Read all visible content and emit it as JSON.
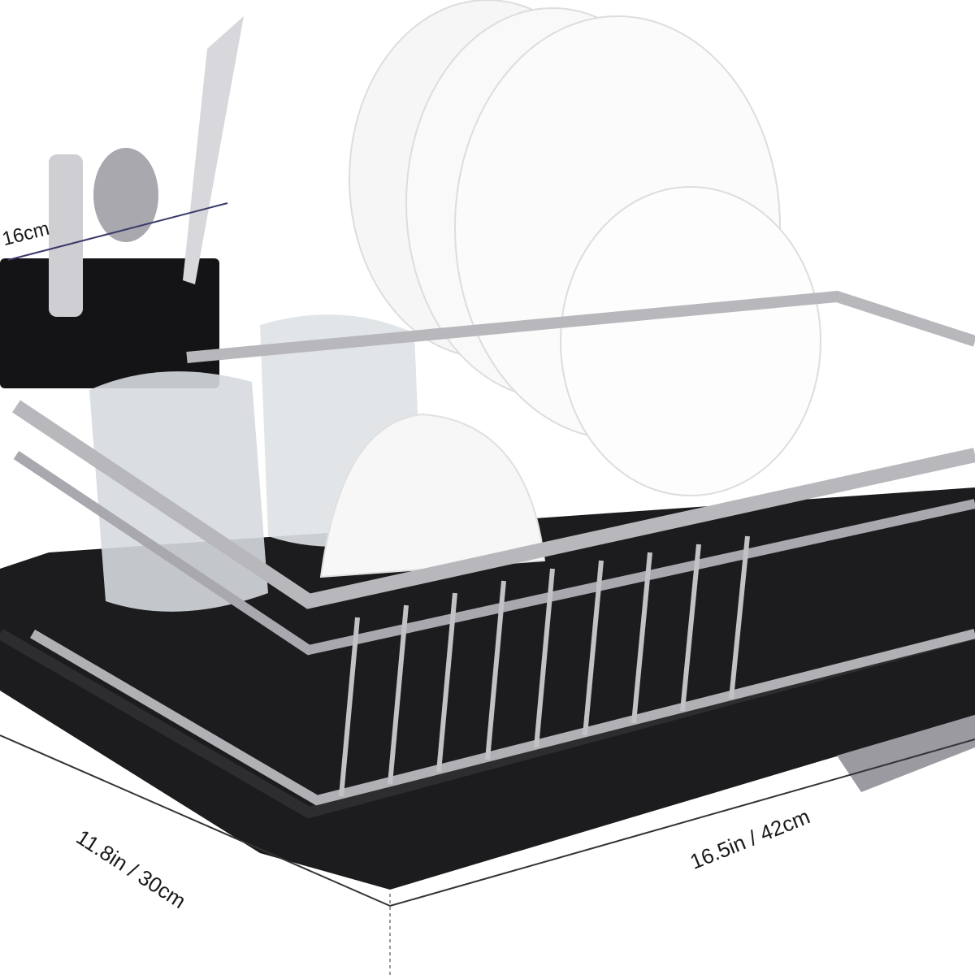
{
  "product": {
    "subject": "dish drying rack with drainboard",
    "items_shown": [
      "plates",
      "bowl",
      "glasses",
      "knife",
      "fork",
      "spoon",
      "cutlery holder",
      "drip tray",
      "swivel spout"
    ],
    "colors": {
      "background": "#ffffff",
      "frame_aluminum": "#b8b8bc",
      "tray_black": "#1c1c1e",
      "plates_white": "#f4f4f4",
      "dimension_line": "#3a3a6a"
    }
  },
  "dimensions": {
    "depth_label": "11.8in / 30cm",
    "width_label": "16.5in / 42cm",
    "cutlery_holder_label": "16cm"
  }
}
